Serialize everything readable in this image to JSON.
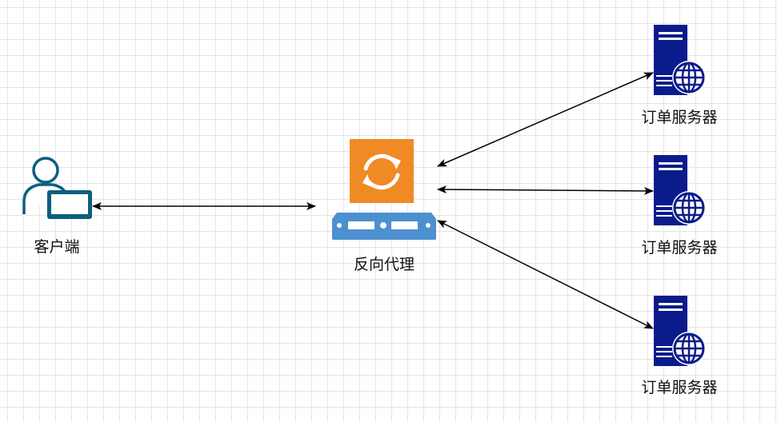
{
  "nodes": {
    "client": {
      "label": "客户端",
      "icon": "user-computer-icon"
    },
    "proxy": {
      "label": "反向代理",
      "icon": "reverse-proxy-icon"
    },
    "servers": [
      {
        "label": "订单服务器",
        "icon": "web-server-icon"
      },
      {
        "label": "订单服务器",
        "icon": "web-server-icon"
      },
      {
        "label": "订单服务器",
        "icon": "web-server-icon"
      }
    ]
  },
  "colors": {
    "client_icon": "#0b5f7f",
    "proxy_orange": "#f08a24",
    "proxy_blue": "#4d90d0",
    "server_navy": "#0b1b8c",
    "arrow": "#000000"
  }
}
